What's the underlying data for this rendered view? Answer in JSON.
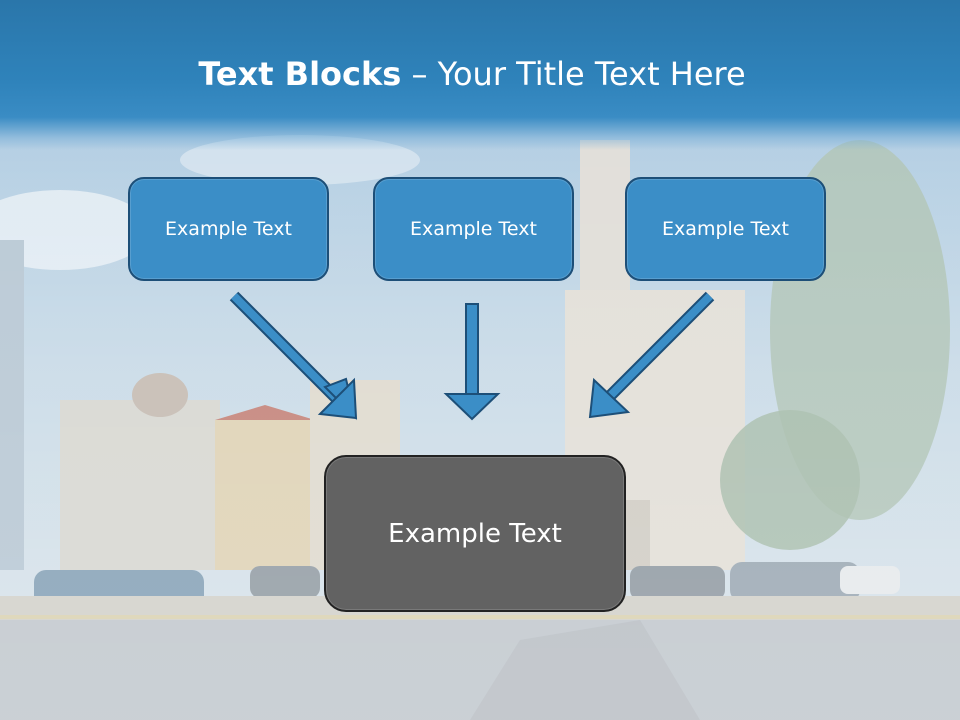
{
  "title": {
    "bold": "Text Blocks",
    "rest": " – Your Title Text Here"
  },
  "blocks": {
    "top": [
      "Example Text",
      "Example Text",
      "Example Text"
    ],
    "main": "Example Text"
  },
  "colors": {
    "title_band": "#2f83bb",
    "box_fill": "#3b8ec7",
    "box_border": "#1d4f78",
    "main_fill": "#626262",
    "arrow": "#3b8ec7"
  }
}
